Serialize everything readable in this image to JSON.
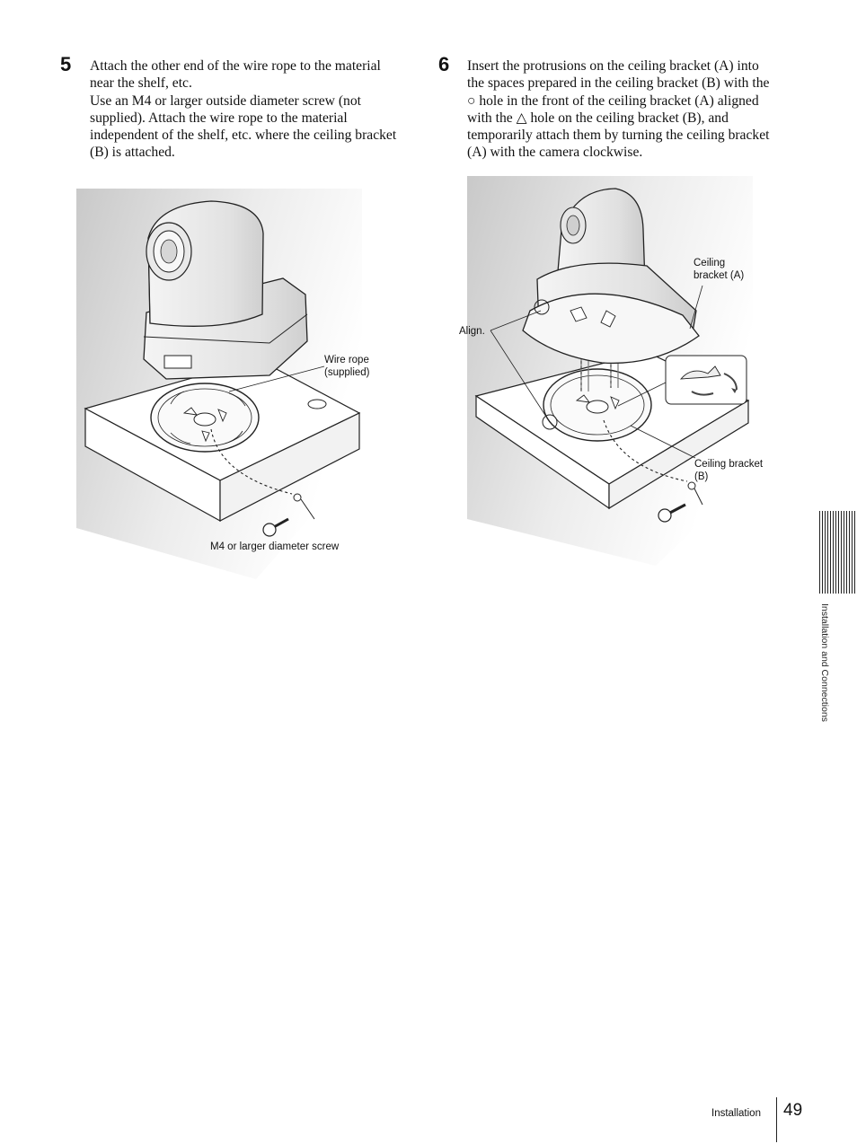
{
  "steps": [
    {
      "number": "5",
      "paragraphs": [
        "Attach the other end of the wire rope to the material near the shelf, etc.",
        "Use an M4 or larger outside diameter screw (not supplied). Attach the wire rope to the material independent of the shelf, etc. where the ceiling bracket (B) is attached."
      ],
      "callouts": {
        "wire_rope": "Wire rope\n(supplied)",
        "screw": "M4 or larger diameter screw"
      }
    },
    {
      "number": "6",
      "text_part1": "Insert the protrusions on the ceiling bracket (A) into the spaces prepared in the ceiling bracket (B) with the ",
      "circle_symbol": "○",
      "text_part2": " hole in the front of the ceiling bracket (A) aligned with the ",
      "triangle_symbol": "△",
      "text_part3": " hole on the ceiling bracket (B), and temporarily attach them by turning the ceiling bracket (A) with the camera clockwise.",
      "callouts": {
        "bracket_a": "Ceiling\nbracket (A)",
        "align": "Align.",
        "bracket_b": "Ceiling bracket\n(B)"
      }
    }
  ],
  "side_tab": {
    "label": "Installation and Connections"
  },
  "footer": {
    "section": "Installation",
    "page_number": "49"
  }
}
